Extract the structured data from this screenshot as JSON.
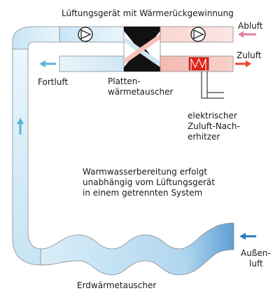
{
  "labels": {
    "title": "Lüftungsgerät mit Wärmerückgewinnung",
    "abluft": "Abluft",
    "zuluft": "Zuluft",
    "fortluft": "Fortluft",
    "plattenwaermetauscher": [
      "Platten-",
      "wärmetauscher"
    ],
    "nacherhitzer": [
      "elektrischer",
      "Zuluft-Nach-",
      "erhitzer"
    ],
    "warmwasser": [
      "Warmwasserbereitung erfolgt",
      "unabhängig vom Lüftungsgerät",
      "in einem getrennten System"
    ],
    "aussenluft": [
      "Außen-",
      "luft"
    ],
    "erdwaermetauscher": "Erdwärmetauscher"
  },
  "colors": {
    "cold_light": "#dbeef8",
    "cold_mid": "#b6dcf0",
    "cold_dark": "#5a9fd4",
    "warm_light": "#fbe3e0",
    "warm_mid": "#f6b4ad",
    "heater": "#e3251b",
    "arrow_blue": "#5ab4d8",
    "arrow_blue_dark": "#2a7cc0",
    "arrow_pink": "#e47ca6",
    "arrow_red": "#e8452f",
    "exchanger": "#111111",
    "outline": "#8a8a8a"
  },
  "icons": [
    "fan-icon",
    "fan-icon",
    "heater-icon"
  ]
}
